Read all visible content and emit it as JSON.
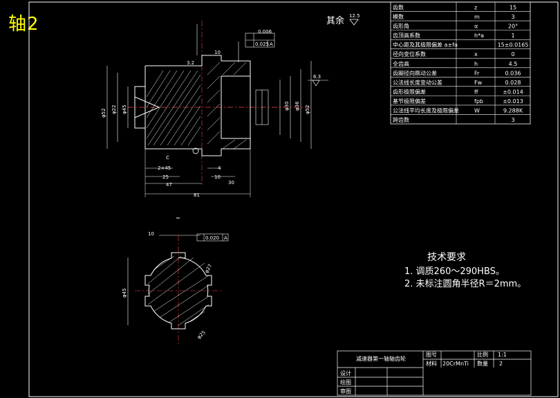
{
  "drawing": {
    "name": "轴2",
    "surface_note": "其余",
    "surface_note_value": "12.5",
    "material": "20CrMnTi",
    "scale": "1:1",
    "quantity": "2",
    "drawing_title": "减速器第一轴轴齿轮"
  },
  "gear_params": [
    {
      "name": "齿数",
      "symbol": "z",
      "value": "15"
    },
    {
      "name": "模数",
      "symbol": "m",
      "value": "3"
    },
    {
      "name": "齿形角",
      "symbol": "α",
      "value": "20°"
    },
    {
      "name": "齿顶高系数",
      "symbol": "h*a",
      "value": "1"
    },
    {
      "name": "中心距及其极限偏差 a±fa",
      "symbol": "",
      "value": "15±0.0165"
    },
    {
      "name": "径向变位系数",
      "symbol": "x",
      "value": "0"
    },
    {
      "name": "全齿高",
      "symbol": "h",
      "value": "4.5"
    },
    {
      "name": "齿圈径向跳动公差",
      "symbol": "Fr",
      "value": "0.036"
    },
    {
      "name": "公法线长度变动公差",
      "symbol": "Fw",
      "value": "0.028"
    },
    {
      "name": "齿形极限偏差",
      "symbol": "ff",
      "value": "±0.014"
    },
    {
      "name": "基节极限偏差",
      "symbol": "fpb",
      "value": "±0.013"
    },
    {
      "name": "公法线平均长度及极限偏差",
      "symbol": "W",
      "value": "9.288K"
    },
    {
      "name": "跨齿数",
      "symbol": "",
      "value": "3"
    }
  ],
  "tech_requirements": {
    "title": "技术要求",
    "items": [
      "1. 调质260～290HBS。",
      "2. 未标注圆角半径R＝2mm。"
    ]
  },
  "title_block": {
    "labels": [
      "图号",
      "比例",
      "材料",
      "数量",
      "设计",
      "绘图",
      "审图"
    ]
  },
  "dimensions": {
    "d1": "81",
    "d2": "47",
    "d3": "25",
    "d4": "30",
    "d5": "10",
    "d6": "4",
    "d7": "2×45",
    "dia1": "φ52",
    "dia2": "φ45",
    "dia3": "φ36",
    "dia4": "φ30",
    "dia5": "φ25",
    "dia6": "φ22",
    "dia7": "φ27",
    "tol1": "0.006",
    "tol2": "0.025",
    "tol3": "0.020",
    "datum": "A",
    "rough1": "3.2",
    "rough2": "6.3",
    "sec_c": "C"
  }
}
